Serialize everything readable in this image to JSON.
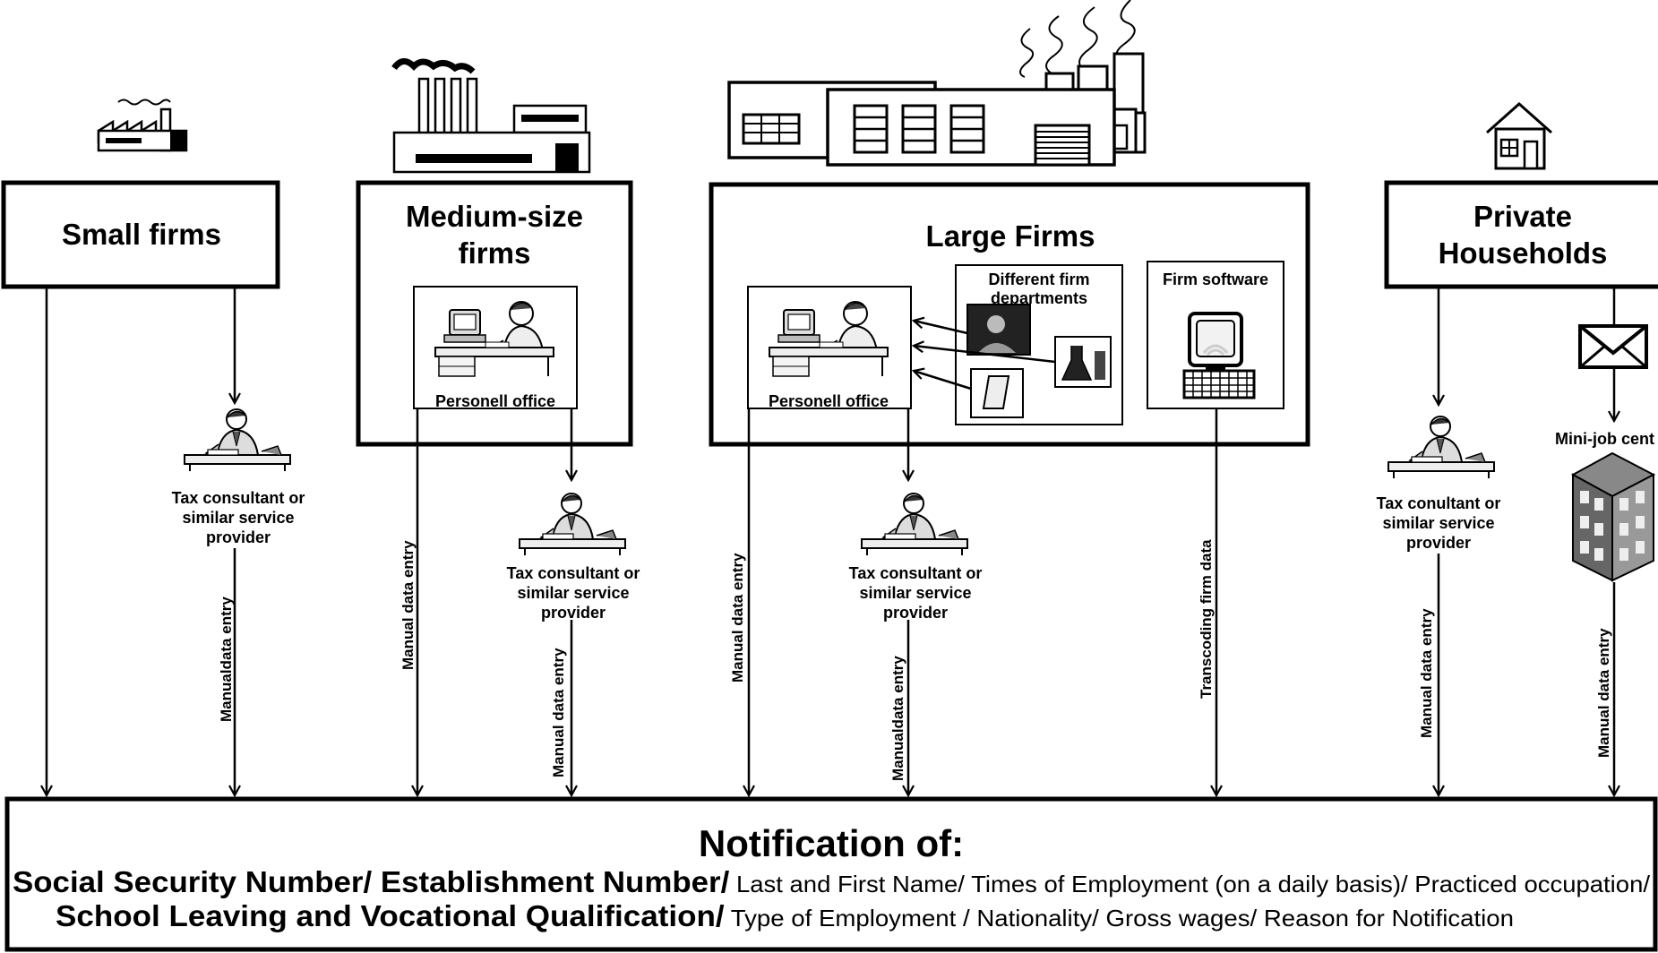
{
  "nodes": {
    "small_firms": {
      "title": "Small firms"
    },
    "medium_firms": {
      "title_line1": "Medium-size",
      "title_line2": "firms",
      "office": "Personell office"
    },
    "large_firms": {
      "title": "Large Firms",
      "office": "Personell office",
      "departments_line1": "Different firm",
      "departments_line2": "departments",
      "software": "Firm software"
    },
    "private_households": {
      "title_line1": "Private",
      "title_line2": "Households",
      "center": "Mini-job cent"
    }
  },
  "consultant": {
    "line1": "Tax consultant or",
    "line2": "similar service",
    "line3": "provider"
  },
  "consultant_alt": {
    "line1": "Tax conultant or",
    "line2": "similar service",
    "line3": "provider"
  },
  "edges": {
    "manual": "Manual data entry",
    "manual_nospace": "Manualdata entry",
    "transcoding": "Transcoding firm data"
  },
  "notification": {
    "title": "Notification of:",
    "line1_bold": "Social Security Number/ Establishment Number/",
    "line1_rest": " Last and First Name/ Times of Employment (on a daily basis)/ Practiced occupation/",
    "line2_bold": "School Leaving and Vocational Qualification/",
    "line2_rest": " Type of Employment / Nationality/ Gross wages/ Reason for Notification"
  },
  "icons": [
    "small-factory-icon",
    "medium-factory-icon",
    "large-factory-icon",
    "house-icon",
    "clerk-desk-icon",
    "consultant-icon",
    "department-photo-icon",
    "lab-flask-icon",
    "document-icon",
    "computer-terminal-icon",
    "envelope-icon",
    "office-building-icon"
  ]
}
